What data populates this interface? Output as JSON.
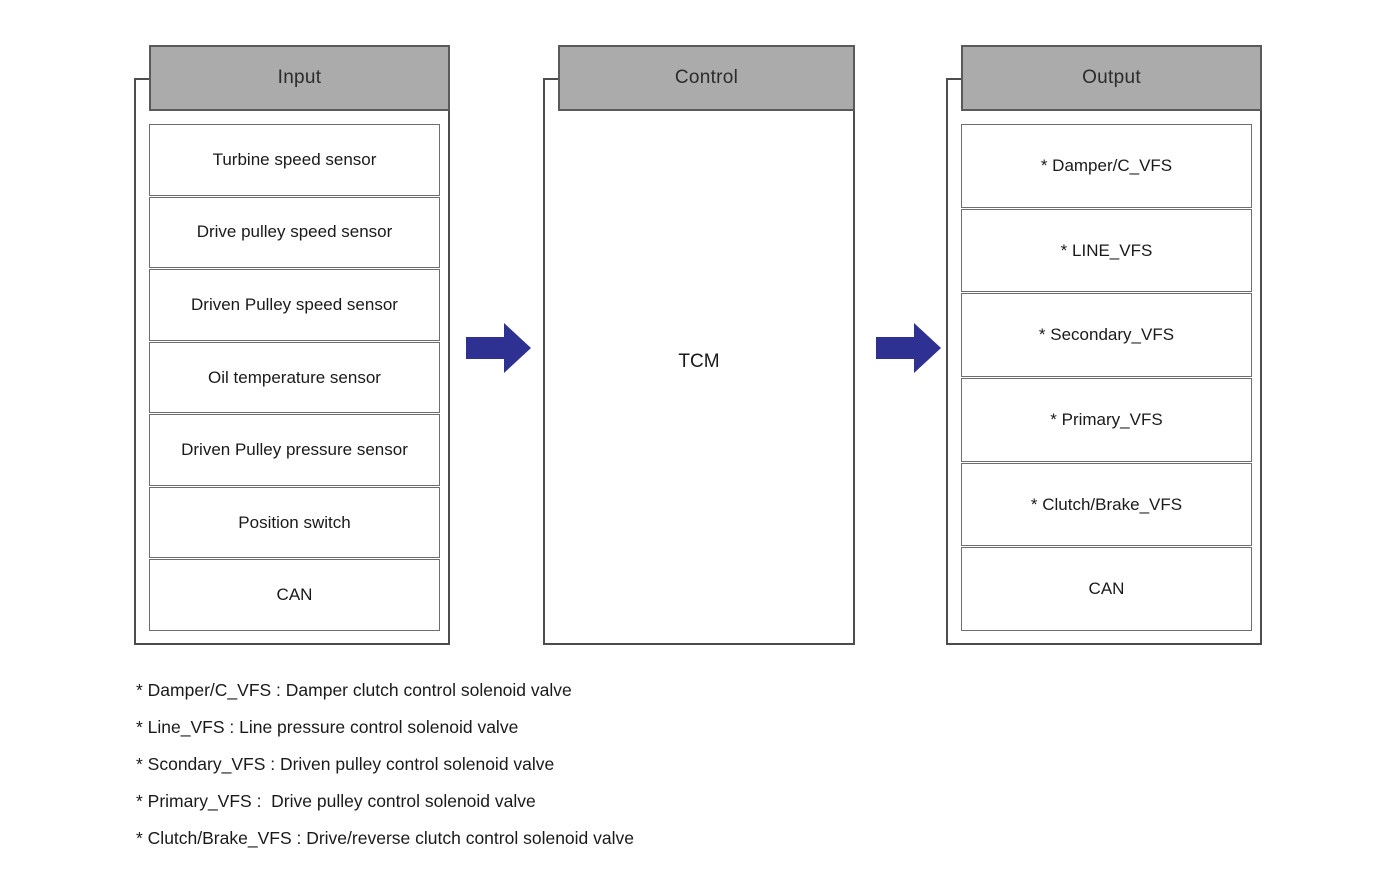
{
  "diagram": {
    "title": "CVT TCM Input / Control / Output system diagram",
    "accent_arrow_color": "#2E3192",
    "header_fill": "#ABABAB"
  },
  "columns": {
    "input": {
      "header": "Input",
      "items": [
        "Turbine speed sensor",
        "Drive pulley speed sensor",
        "Driven Pulley speed sensor",
        "Oil temperature sensor",
        "Driven Pulley pressure sensor",
        "Position switch",
        "CAN"
      ]
    },
    "control": {
      "header": "Control",
      "label": "TCM"
    },
    "output": {
      "header": "Output",
      "items": [
        "* Damper/C_VFS",
        "* LINE_VFS",
        "* Secondary_VFS",
        "* Primary_VFS",
        "* Clutch/Brake_VFS",
        "CAN"
      ]
    }
  },
  "arrows": [
    {
      "name": "input-to-control",
      "direction": "right"
    },
    {
      "name": "control-to-output",
      "direction": "right"
    }
  ],
  "legend": [
    "* Damper/C_VFS : Damper clutch control solenoid valve",
    "* Line_VFS : Line pressure control solenoid valve",
    "* Scondary_VFS : Driven pulley control solenoid valve",
    "* Primary_VFS :  Drive pulley control solenoid valve",
    "* Clutch/Brake_VFS : Drive/reverse clutch control solenoid valve"
  ]
}
